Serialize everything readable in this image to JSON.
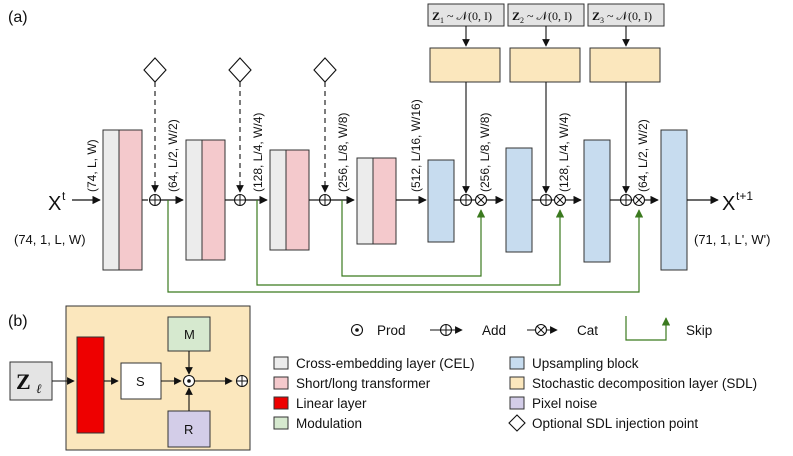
{
  "panel_a_label": "(a)",
  "panel_b_label": "(b)",
  "input": {
    "symbol": "X",
    "superscript": "t",
    "shape": "(74, 1, L, W)"
  },
  "output": {
    "symbol": "X",
    "superscript": "t+1",
    "shape": "(71, 1, L', W')"
  },
  "encoder_dims": [
    "(74, L, W)",
    "(64, L/2, W/2)",
    "(128, L/4, W/4)",
    "(256, L/8, W/8)",
    "(512, L/16, W/16)"
  ],
  "decoder_dims": [
    "(256, L/8, W/8)",
    "(128, L/4, W/4)",
    "(64, L/2, W/2)"
  ],
  "noise_labels": [
    "Z",
    "Z",
    "Z"
  ],
  "noise_subscripts": [
    "1",
    "2",
    "3"
  ],
  "noise_dist": " ~ 𝒩(0, I)",
  "sdl_detail": {
    "z_symbol": "Z",
    "z_subscript": "ℓ",
    "s_label": "S",
    "m_label": "M",
    "r_label": "R"
  },
  "legend_ops": {
    "prod": "Prod",
    "add": "Add",
    "cat": "Cat",
    "skip": "Skip"
  },
  "legend_blocks": {
    "cel": "Cross-embedding layer (CEL)",
    "transformer": "Short/long transformer",
    "linear": "Linear layer",
    "modulation": "Modulation",
    "upsampling": "Upsampling block",
    "sdl": "Stochastic decomposition layer (SDL)",
    "pixel_noise": "Pixel noise",
    "injection": "Optional SDL injection point"
  },
  "colors": {
    "cel": "#ececec",
    "transformer": "#f4c9cc",
    "linear": "#ee0000",
    "modulation": "#d6e9cf",
    "upsampling": "#c7dcef",
    "sdl": "#fbe7bd",
    "pixel_noise": "#d3cde8",
    "skip": "#3b7a1f",
    "noise_box": "#e4e4e4"
  }
}
